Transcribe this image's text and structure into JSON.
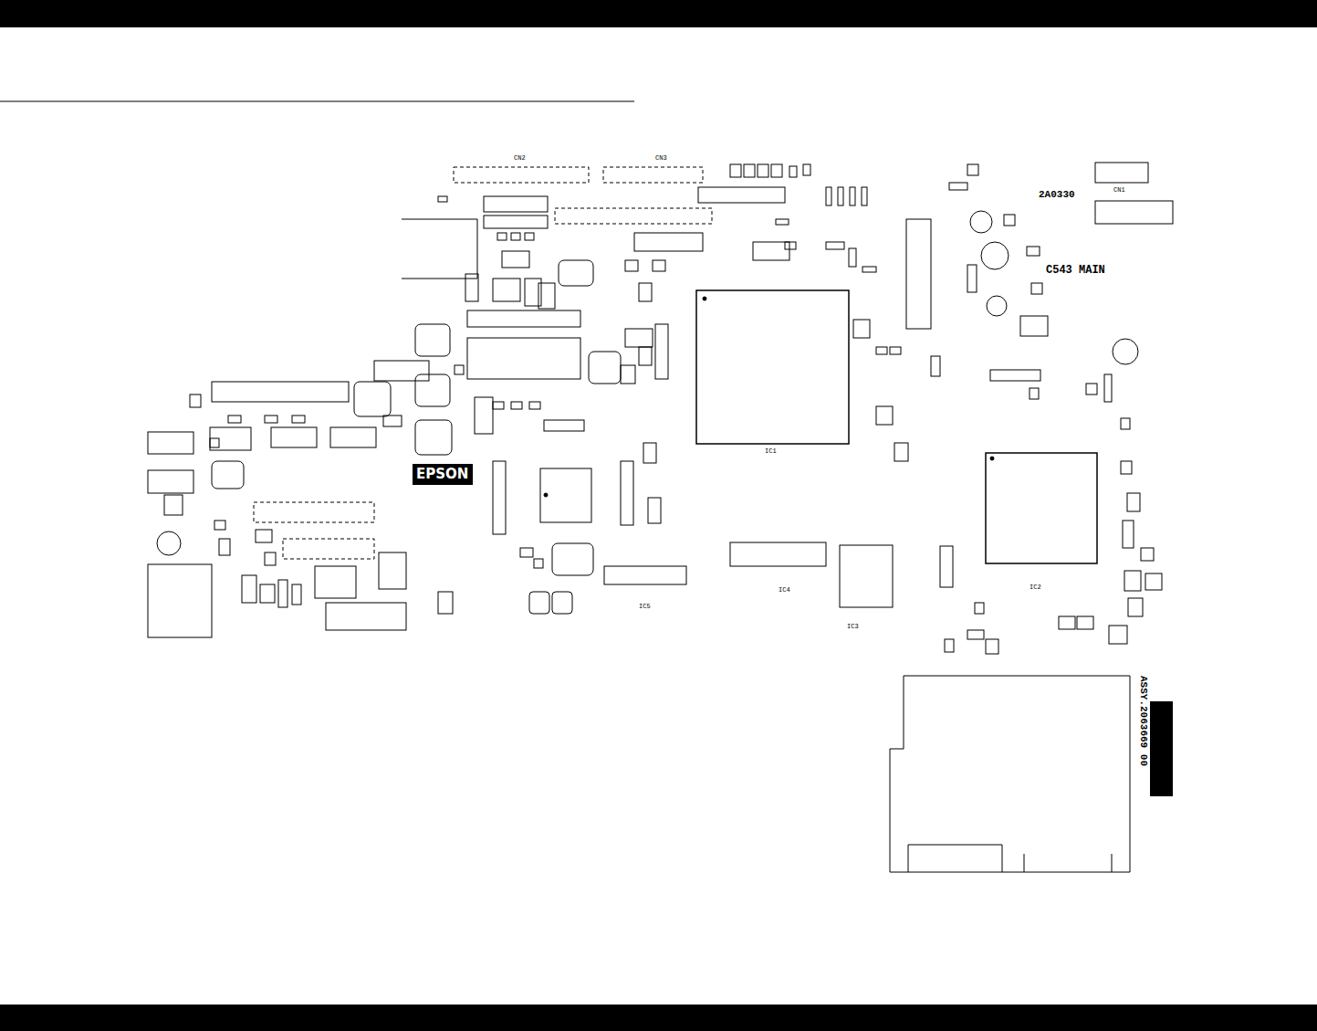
{
  "diagram": {
    "nodes": [
      {
        "text": [
          "EPSON"
        ]
      }
    ],
    "labels": [
      "C543 MAIN",
      "2A0330",
      "ASSY.2063669 00",
      "IC1",
      "IC2",
      "IC3",
      "IC4",
      "IC5",
      "CN1",
      "CN2",
      "CN3"
    ]
  }
}
